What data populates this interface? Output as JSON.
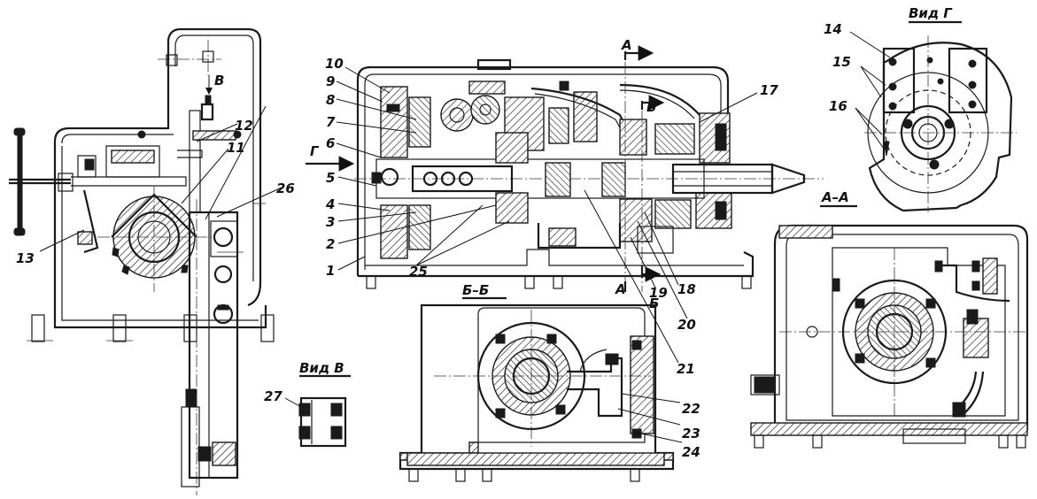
{
  "labels": {
    "n1": "1",
    "n2": "2",
    "n3": "3",
    "n4": "4",
    "n5": "5",
    "n6": "6",
    "n7": "7",
    "n8": "8",
    "n9": "9",
    "n10": "10",
    "n11": "11",
    "n12": "12",
    "n13": "13",
    "n14": "14",
    "n15": "15",
    "n16": "16",
    "n17": "17",
    "n18": "18",
    "n19": "19",
    "n20": "20",
    "n21": "21",
    "n22": "22",
    "n23": "23",
    "n24": "24",
    "n25": "25",
    "n26": "26",
    "n27": "27"
  },
  "markers": {
    "v_top": "В",
    "g_arrow": "Г",
    "a_top": "А",
    "b_top": "Б",
    "a_bottom": "А",
    "b_bottom": "Б"
  },
  "view_titles": {
    "vid_g": "Вид Г",
    "vid_v": "Вид В",
    "section_aa": "А–А",
    "section_bb": "Б–Б"
  }
}
